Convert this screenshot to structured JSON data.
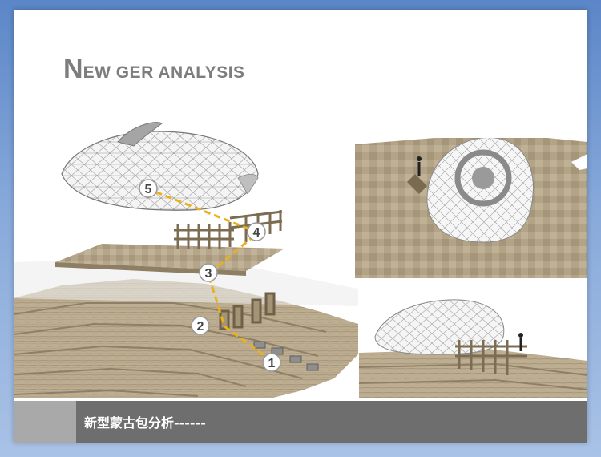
{
  "title": {
    "first_letter": "N",
    "rest": "EW GER ANALYSIS"
  },
  "steps": [
    "1",
    "2",
    "3",
    "4",
    "5"
  ],
  "footer": {
    "caption": "新型蒙古包分析------"
  },
  "colors": {
    "background_blue": "#5b86c7",
    "wood": "#b9a88b",
    "footer_gray": "#6e6e6e",
    "path_yellow": "#e8b21c",
    "title_gray": "#7d7d7d"
  }
}
